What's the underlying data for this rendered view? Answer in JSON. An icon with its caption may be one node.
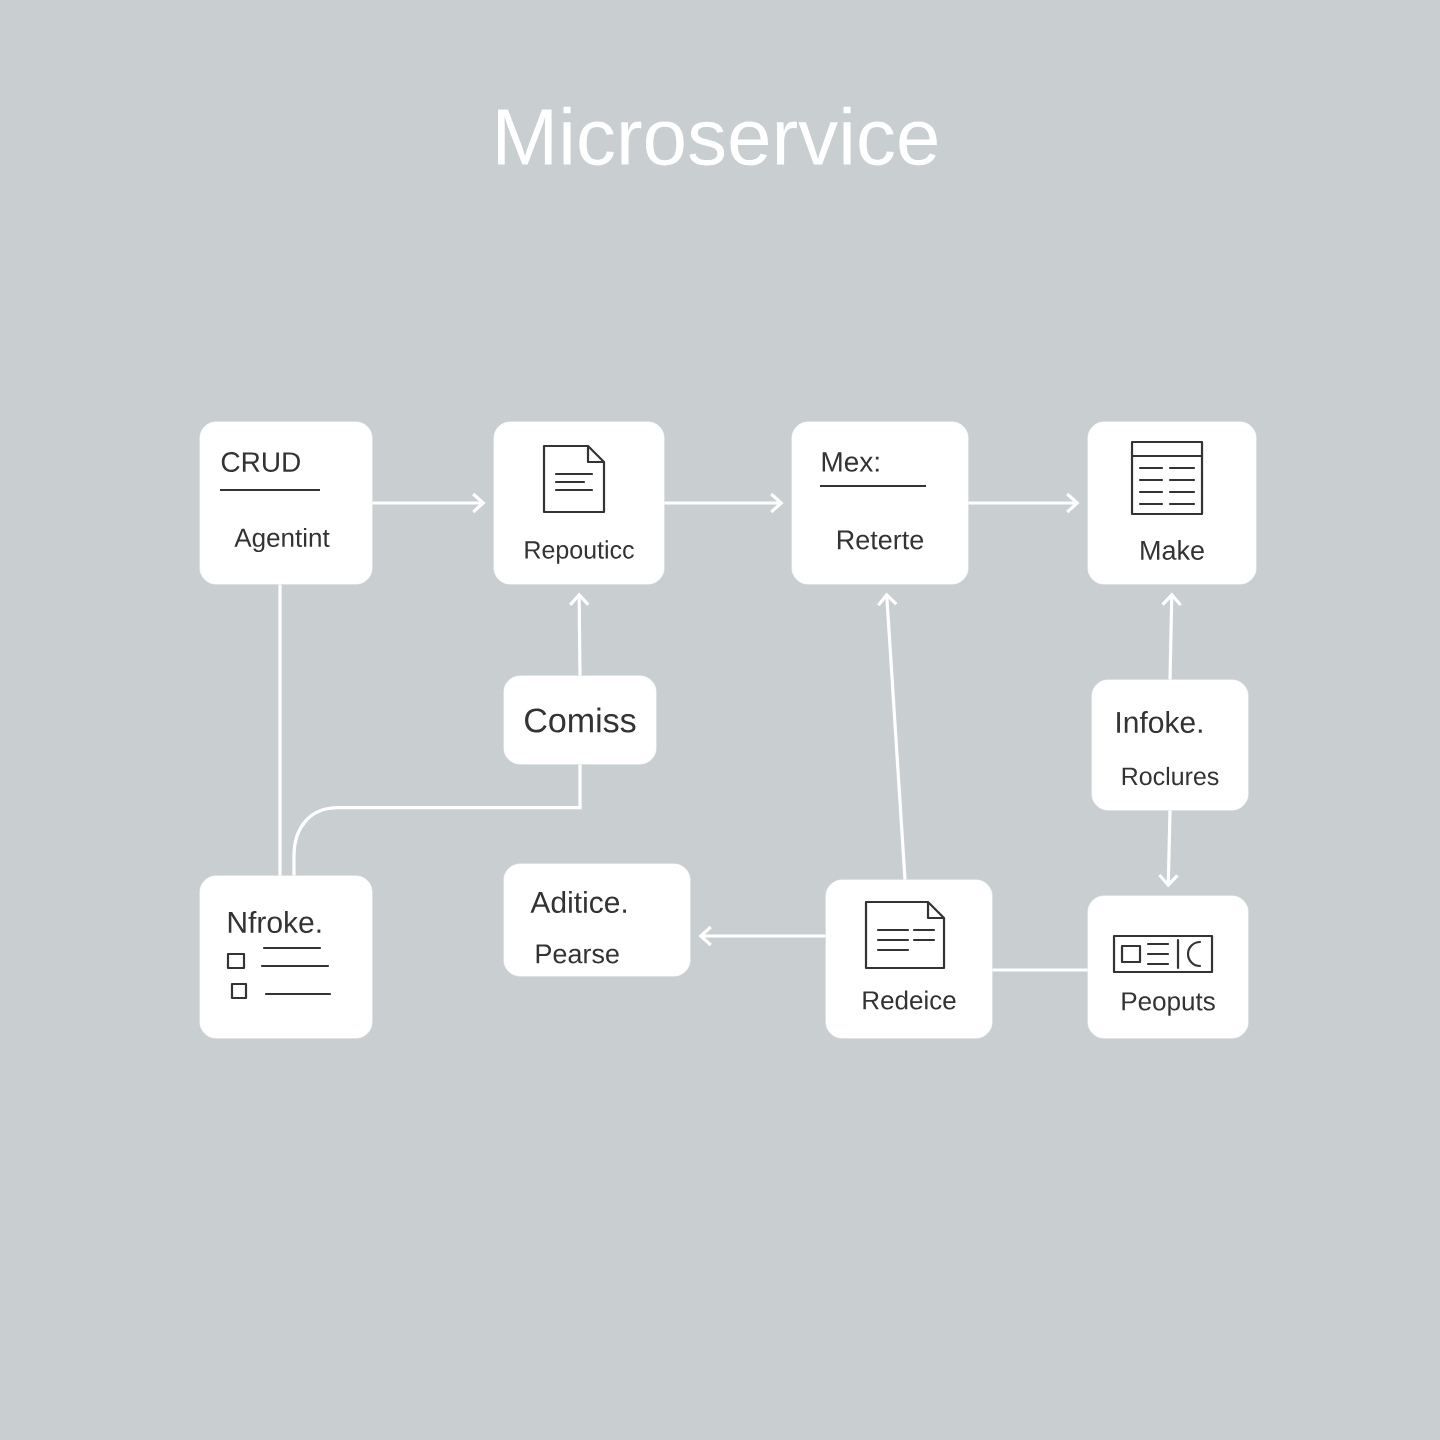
{
  "diagram": {
    "title": "Microservice",
    "nodes": [
      {
        "text": [
          "CRUD",
          "Agentint"
        ]
      },
      {
        "text": [
          "Repouticc"
        ]
      },
      {
        "text": [
          "Mex:",
          "Reterte"
        ]
      },
      {
        "text": [
          "Make"
        ]
      },
      {
        "text": [
          "Comiss"
        ]
      },
      {
        "text": [
          "Infoke.",
          "Roclures"
        ]
      },
      {
        "text": [
          "Nfroke."
        ]
      },
      {
        "text": [
          "Aditice.",
          "Pearse"
        ]
      },
      {
        "text": [
          "Redeice"
        ]
      },
      {
        "text": [
          "Peoputs"
        ]
      }
    ],
    "edges": [
      {
        "from": 0,
        "to": 1,
        "arrow": "to"
      },
      {
        "from": 1,
        "to": 2,
        "arrow": "to"
      },
      {
        "from": 2,
        "to": 3,
        "arrow": "to"
      },
      {
        "from": 4,
        "to": 1,
        "arrow": "to"
      },
      {
        "from": 8,
        "to": 2,
        "arrow": "to"
      },
      {
        "from": 5,
        "to": 3,
        "arrow": "to"
      },
      {
        "from": 5,
        "to": 9,
        "arrow": "to"
      },
      {
        "from": 0,
        "to": 6,
        "arrow": "none"
      },
      {
        "from": 6,
        "to": 4,
        "arrow": "none"
      },
      {
        "from": 8,
        "to": 7,
        "arrow": "to"
      },
      {
        "from": 9,
        "to": 8,
        "arrow": "none"
      }
    ]
  }
}
